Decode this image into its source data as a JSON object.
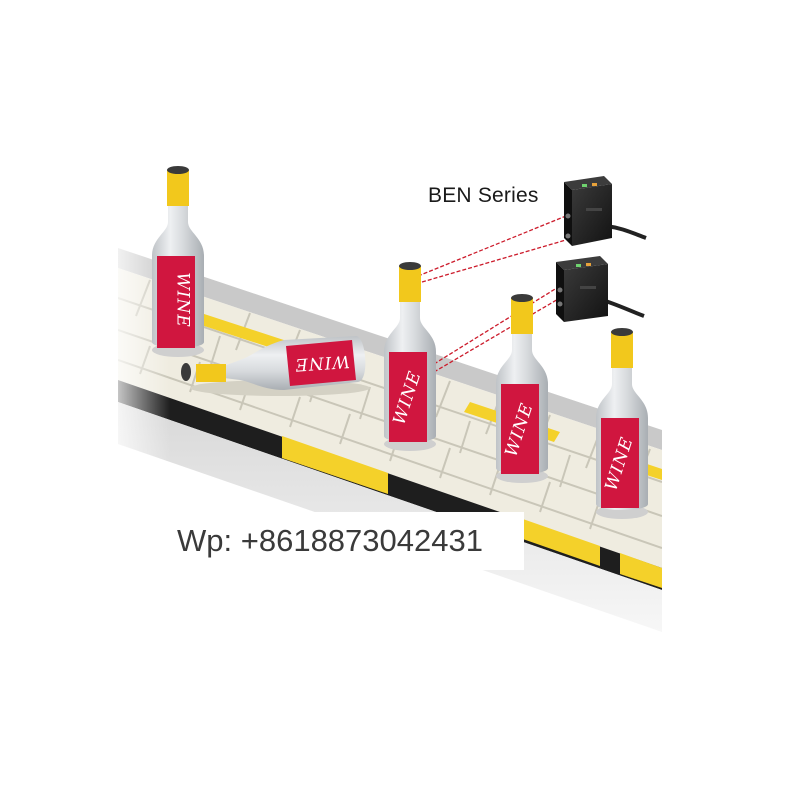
{
  "sensor_label": "BEN Series",
  "contact": "Wp: +8618873042431",
  "bottle_label": "WINE",
  "colors": {
    "label_red": "#d0163f",
    "cap_yellow": "#f2c81c",
    "belt_yellow": "#f4d12a",
    "belt_dark": "#1e1e1e",
    "laser_red": "#cc1b2b",
    "sensor_body": "#1b1b1b"
  }
}
